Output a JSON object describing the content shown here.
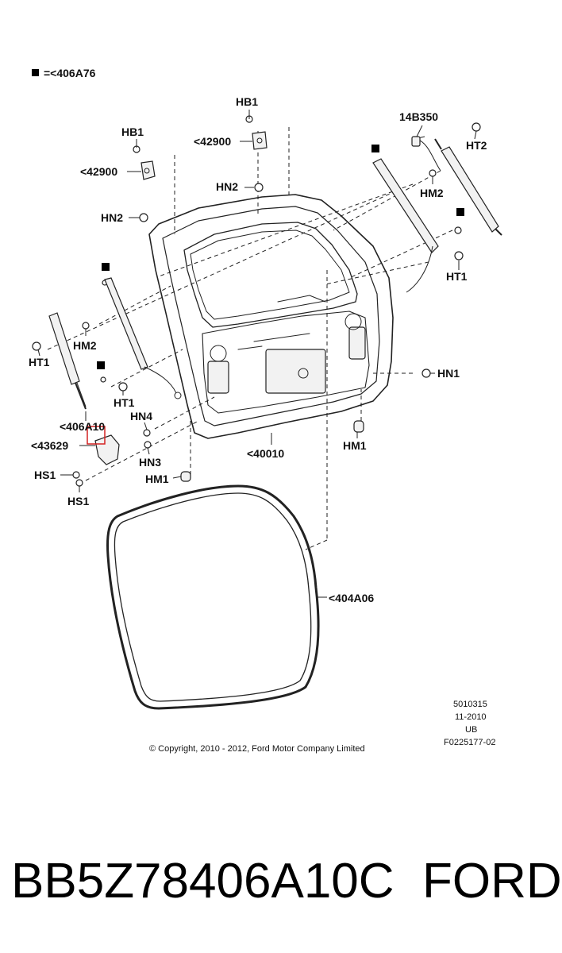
{
  "legend": {
    "text": "=<406A76"
  },
  "callouts": {
    "hb1_top": "HB1",
    "42900_top": "<42900",
    "hn2_top": "HN2",
    "hb1_left": "HB1",
    "42900_left": "<42900",
    "hn2_left": "HN2",
    "14b350": "14B350",
    "ht2": "HT2",
    "hm2_right": "HM2",
    "ht1_right": "HT1",
    "hm2_left": "HM2",
    "ht1_left": "HT1",
    "ht1_mid": "HT1",
    "406a10": "<406A10",
    "hn4": "HN4",
    "43629": "<43629",
    "hn3": "HN3",
    "hs1_a": "HS1",
    "hs1_b": "HS1",
    "hm1_left": "HM1",
    "40010": "<40010",
    "hn1": "HN1",
    "hm1_right": "HM1",
    "404a06": "<404A06"
  },
  "meta": {
    "code": "5010315",
    "date": "11-2010",
    "region": "UB",
    "ref": "F0225177-02"
  },
  "copyright": "© Copyright, 2010 - 2012, Ford Motor Company Limited",
  "footer": {
    "part_number": "BB5Z78406A10C",
    "brand": "FORD"
  }
}
